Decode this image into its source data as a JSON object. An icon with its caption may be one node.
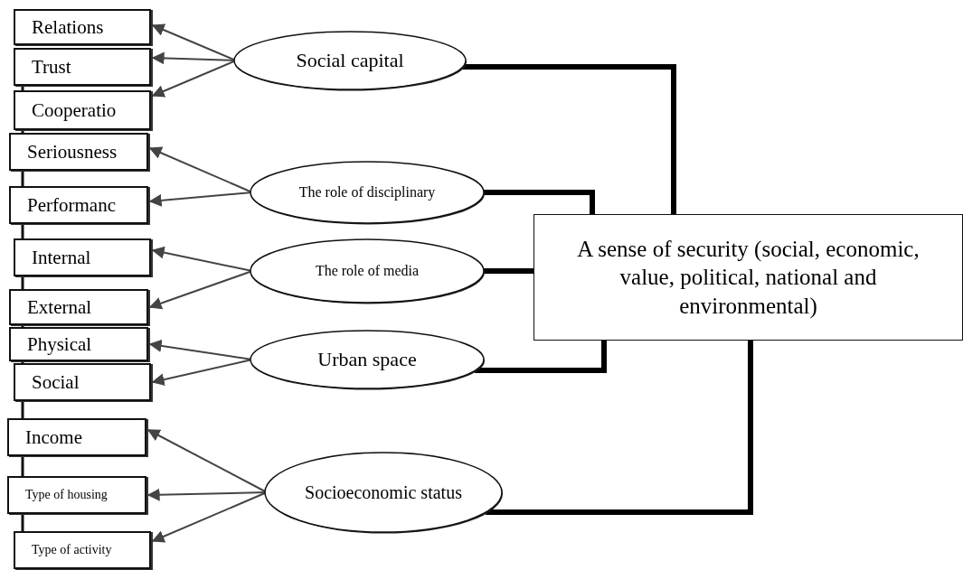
{
  "diagram": {
    "nodes": [
      {
        "text": [
          "Relations"
        ]
      },
      {
        "text": [
          "Trust"
        ]
      },
      {
        "text": [
          "Cooperatio"
        ]
      },
      {
        "text": [
          "Seriousness"
        ]
      },
      {
        "text": [
          "Performanc"
        ]
      },
      {
        "text": [
          "Internal"
        ]
      },
      {
        "text": [
          "External"
        ]
      },
      {
        "text": [
          "Physical"
        ]
      },
      {
        "text": [
          "Social"
        ]
      },
      {
        "text": [
          "Income"
        ]
      },
      {
        "text": [
          "Type of housing"
        ]
      },
      {
        "text": [
          "Type of activity"
        ]
      },
      {
        "text": [
          "Social capital"
        ]
      },
      {
        "text": [
          "The role of disciplinary"
        ]
      },
      {
        "text": [
          "The role of media"
        ]
      },
      {
        "text": [
          "Urban space"
        ]
      },
      {
        "text": [
          "Socioeconomic status"
        ]
      },
      {
        "text": [
          "A sense of security (social, economic, value, political, national and environmental)"
        ]
      }
    ],
    "edges": [
      {
        "from": 12,
        "to": 0,
        "arrow": "to"
      },
      {
        "from": 12,
        "to": 1,
        "arrow": "to"
      },
      {
        "from": 12,
        "to": 2,
        "arrow": "to"
      },
      {
        "from": 13,
        "to": 3,
        "arrow": "to"
      },
      {
        "from": 13,
        "to": 4,
        "arrow": "to"
      },
      {
        "from": 14,
        "to": 5,
        "arrow": "to"
      },
      {
        "from": 14,
        "to": 6,
        "arrow": "to"
      },
      {
        "from": 15,
        "to": 7,
        "arrow": "to"
      },
      {
        "from": 15,
        "to": 8,
        "arrow": "to"
      },
      {
        "from": 16,
        "to": 9,
        "arrow": "to"
      },
      {
        "from": 16,
        "to": 10,
        "arrow": "to"
      },
      {
        "from": 16,
        "to": 11,
        "arrow": "to"
      },
      {
        "from": 12,
        "to": 17,
        "arrow": "none",
        "style": "thick",
        "color": "#000000"
      },
      {
        "from": 13,
        "to": 17,
        "arrow": "none",
        "style": "thick",
        "color": "#000000"
      },
      {
        "from": 14,
        "to": 17,
        "arrow": "none",
        "style": "thick",
        "color": "#000000"
      },
      {
        "from": 15,
        "to": 17,
        "arrow": "none",
        "style": "thick",
        "color": "#000000"
      },
      {
        "from": 16,
        "to": 17,
        "arrow": "none",
        "style": "thick",
        "color": "#000000"
      }
    ]
  }
}
